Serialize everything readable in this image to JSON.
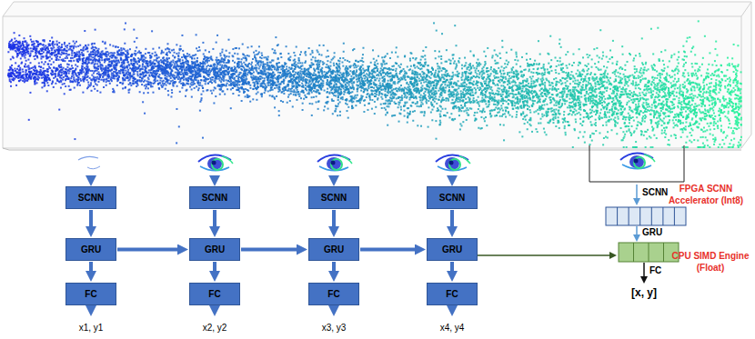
{
  "diagram": {
    "nodes": [
      {
        "text": [
          "SCNN"
        ]
      },
      {
        "text": [
          "SCNN"
        ]
      },
      {
        "text": [
          "SCNN"
        ]
      },
      {
        "text": [
          "SCNN"
        ]
      },
      {
        "text": [
          "GRU"
        ]
      },
      {
        "text": [
          "GRU"
        ]
      },
      {
        "text": [
          "GRU"
        ]
      },
      {
        "text": [
          "GRU"
        ]
      },
      {
        "text": [
          "FC"
        ]
      },
      {
        "text": [
          "FC"
        ]
      },
      {
        "text": [
          "FC"
        ]
      },
      {
        "text": [
          "FC"
        ]
      }
    ],
    "edges": [
      {
        "from": 0,
        "to": 4,
        "arrow": "to"
      },
      {
        "from": 4,
        "to": 8,
        "arrow": "to"
      },
      {
        "from": 1,
        "to": 5,
        "arrow": "to"
      },
      {
        "from": 5,
        "to": 9,
        "arrow": "to"
      },
      {
        "from": 2,
        "to": 6,
        "arrow": "to"
      },
      {
        "from": 6,
        "to": 10,
        "arrow": "to"
      },
      {
        "from": 3,
        "to": 7,
        "arrow": "to"
      },
      {
        "from": 7,
        "to": 11,
        "arrow": "to"
      },
      {
        "from": 4,
        "to": 5,
        "arrow": "to"
      },
      {
        "from": 5,
        "to": 6,
        "arrow": "to"
      },
      {
        "from": 6,
        "to": 7,
        "arrow": "to"
      }
    ],
    "labels": [
      "x1, y1",
      "x2, y2",
      "x3, y3",
      "x4, y4",
      "SCNN",
      "GRU",
      "FC",
      "[x, y]",
      "FPGA SCNN Accelerator (Int8)",
      "CPU SIMD Engine (Float)"
    ]
  }
}
